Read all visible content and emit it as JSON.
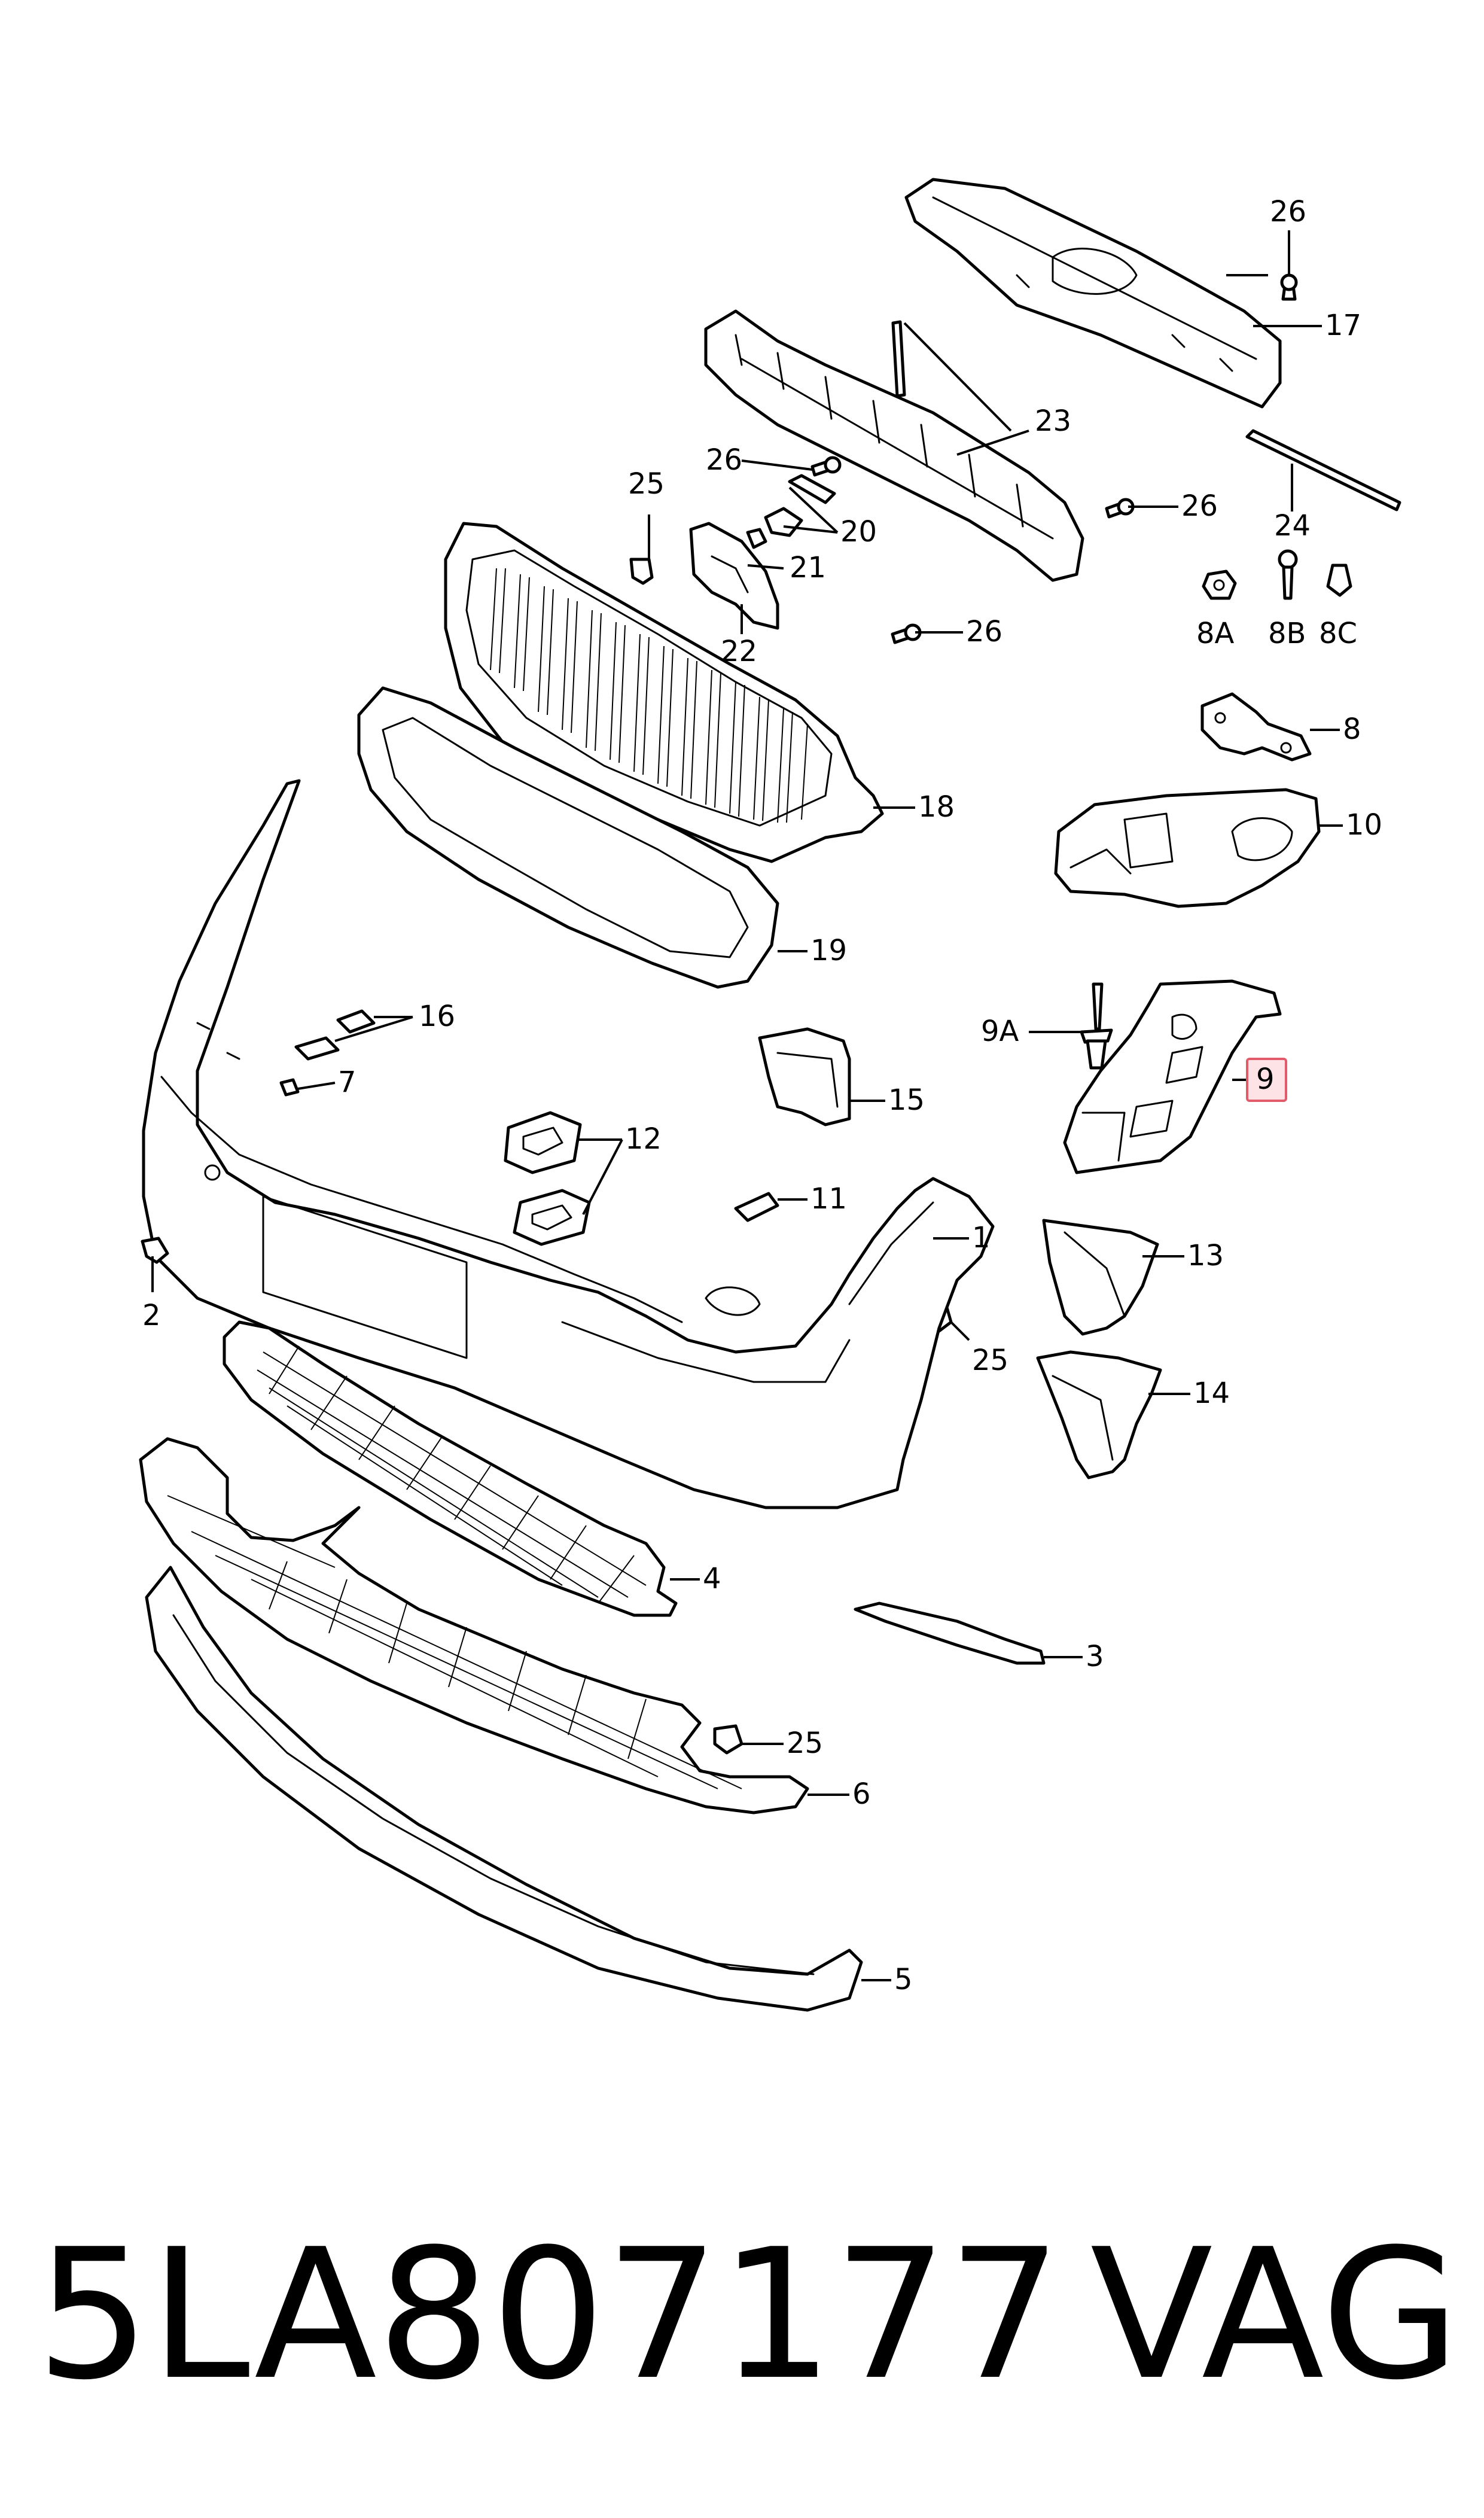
{
  "diagram": {
    "callouts": [
      {
        "id": "c1",
        "label": "1"
      },
      {
        "id": "c2",
        "label": "2"
      },
      {
        "id": "c3",
        "label": "3"
      },
      {
        "id": "c4",
        "label": "4"
      },
      {
        "id": "c5",
        "label": "5"
      },
      {
        "id": "c6",
        "label": "6"
      },
      {
        "id": "c7",
        "label": "7"
      },
      {
        "id": "c8",
        "label": "8"
      },
      {
        "id": "c8a",
        "label": "8A"
      },
      {
        "id": "c8b",
        "label": "8B"
      },
      {
        "id": "c8c",
        "label": "8C"
      },
      {
        "id": "c9",
        "label": "9"
      },
      {
        "id": "c9a",
        "label": "9A"
      },
      {
        "id": "c10",
        "label": "10"
      },
      {
        "id": "c11",
        "label": "11"
      },
      {
        "id": "c12",
        "label": "12"
      },
      {
        "id": "c13",
        "label": "13"
      },
      {
        "id": "c14",
        "label": "14"
      },
      {
        "id": "c15",
        "label": "15"
      },
      {
        "id": "c16",
        "label": "16"
      },
      {
        "id": "c17",
        "label": "17"
      },
      {
        "id": "c18",
        "label": "18"
      },
      {
        "id": "c19",
        "label": "19"
      },
      {
        "id": "c20",
        "label": "20"
      },
      {
        "id": "c21",
        "label": "21"
      },
      {
        "id": "c22",
        "label": "22"
      },
      {
        "id": "c23",
        "label": "23"
      },
      {
        "id": "c24",
        "label": "24"
      },
      {
        "id": "c25a",
        "label": "25"
      },
      {
        "id": "c25b",
        "label": "25"
      },
      {
        "id": "c25c",
        "label": "25"
      },
      {
        "id": "c26a",
        "label": "26"
      },
      {
        "id": "c26b",
        "label": "26"
      },
      {
        "id": "c26c",
        "label": "26"
      },
      {
        "id": "c26d",
        "label": "26"
      }
    ],
    "highlighted_callout": "9",
    "highlight_color": "#e15b6b"
  },
  "footer": {
    "part_number": "5LA807177",
    "brand": "VAG"
  }
}
